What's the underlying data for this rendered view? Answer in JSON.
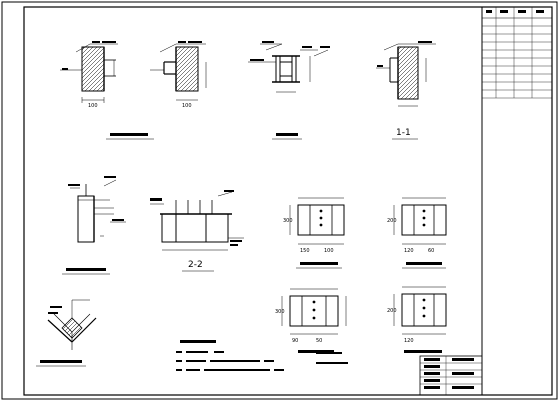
{
  "drawing": {
    "section_labels": {
      "section_1_1": "1-1",
      "section_2_2": "2-2"
    },
    "dims": {
      "d_100": "100",
      "d_150": "150",
      "d_120": "120",
      "d_200": "200",
      "d_300": "300",
      "d_60": "60",
      "d_90": "90",
      "d_50": "50"
    }
  }
}
